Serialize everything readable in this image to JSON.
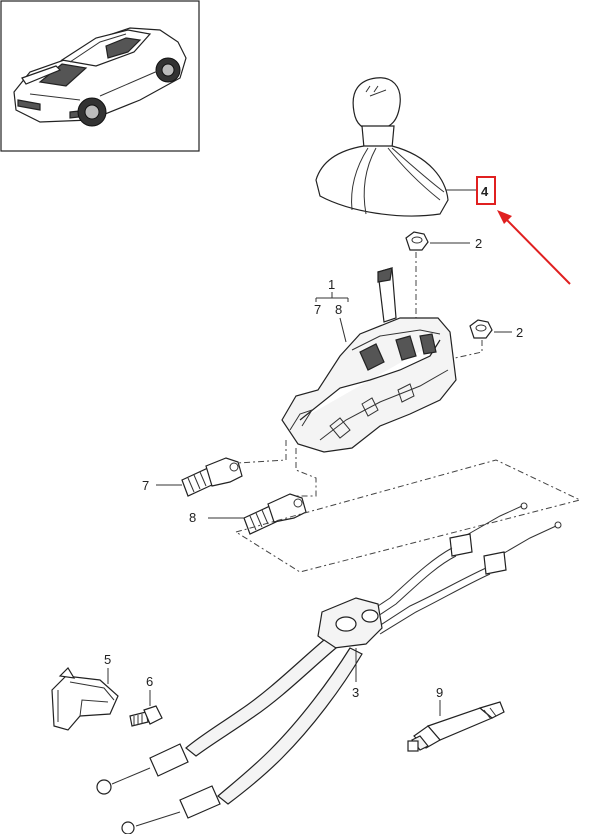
{
  "callouts": {
    "c1": "1",
    "c7a": "7",
    "c8a": "8",
    "c2a": "2",
    "c2b": "2",
    "c3": "3",
    "c4": "4",
    "c5": "5",
    "c6": "6",
    "c7": "7",
    "c8": "8",
    "c9": "9"
  },
  "colors": {
    "highlight": "#e02020",
    "line": "#333333"
  },
  "icons": {
    "thumbnail": "car-thumbnail-icon"
  }
}
